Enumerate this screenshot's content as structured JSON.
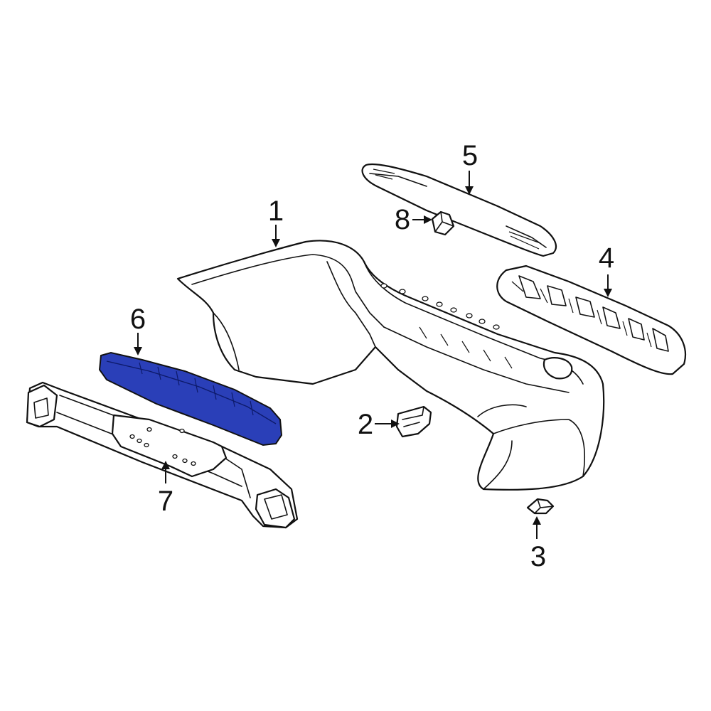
{
  "diagram": {
    "highlight_color": "#2a3fb8",
    "line_color": "#111111",
    "callouts": [
      {
        "id": "1",
        "text": "1",
        "part": "bumper-cover"
      },
      {
        "id": "2",
        "text": "2",
        "part": "bracket-left"
      },
      {
        "id": "3",
        "text": "3",
        "part": "bracket-clip"
      },
      {
        "id": "4",
        "text": "4",
        "part": "energy-absorber-upper"
      },
      {
        "id": "5",
        "text": "5",
        "part": "step-pad"
      },
      {
        "id": "6",
        "text": "6",
        "part": "energy-absorber",
        "highlighted": true
      },
      {
        "id": "7",
        "text": "7",
        "part": "reinforcement-bar"
      },
      {
        "id": "8",
        "text": "8",
        "part": "retainer-clip"
      }
    ]
  }
}
